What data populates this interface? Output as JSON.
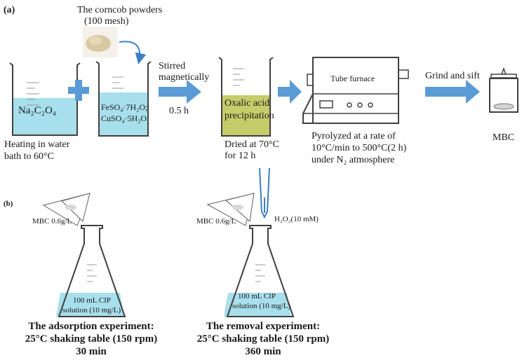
{
  "part_a": {
    "label": "(a)",
    "corncob_label": "The corncob powders",
    "mesh_label": "(100 mesh)",
    "beaker1_text": "Na₂C₂O₄",
    "beaker1_caption_l1": "Heating in water",
    "beaker1_caption_l2": "bath to 60°C",
    "plus_sign": "+",
    "beaker2_line1": "FeSO₄·7H₂O;",
    "beaker2_line2": "CuSO₄·5H₂O",
    "arrow1_label_l1": "Stirred",
    "arrow1_label_l2": "magnetically",
    "arrow1_time": "0.5 h",
    "beaker3_line1": "Oxalic acid",
    "beaker3_line2": "precipitation",
    "beaker3_caption_l1": "Dried at 70°C",
    "beaker3_caption_l2": "for 12 h",
    "furnace_label": "Tube furnace",
    "furnace_caption_l1": "Pyrolyzed at a rate of",
    "furnace_caption_l2": "10°C/min to 500°C(2 h)",
    "furnace_caption_l3": "under N₂ atmosphere",
    "arrow4_label": "Grind and sift",
    "jar_caption": "MBC"
  },
  "part_b": {
    "label": "(b)",
    "flask1_dose": "MBC 0.6g/L",
    "flask1_solution_l1": "100 mL CIP",
    "flask1_solution_l2": "solution (10 mg/L)",
    "flask1_title_l1": "The adsorption experiment:",
    "flask1_title_l2": "25°C shaking table (150 rpm)",
    "flask1_title_l3": "30 min",
    "flask2_dose": "MBC 0.6g/L",
    "flask2_reagent": "H₂O₂(10 mM)",
    "flask2_solution_l1": "100 mL CIP",
    "flask2_solution_l2": "solution (10 mg/L)",
    "flask2_title_l1": "The removal experiment:",
    "flask2_title_l2": "25°C shaking table (150 rpm)",
    "flask2_title_l3": "360 min"
  },
  "colors": {
    "arrow": "#5b9bd5",
    "solution_blue": "#a8dfec",
    "precipitate_green": "#c5cc6a",
    "outline": "#404040",
    "powder": "#d9c9a3"
  }
}
